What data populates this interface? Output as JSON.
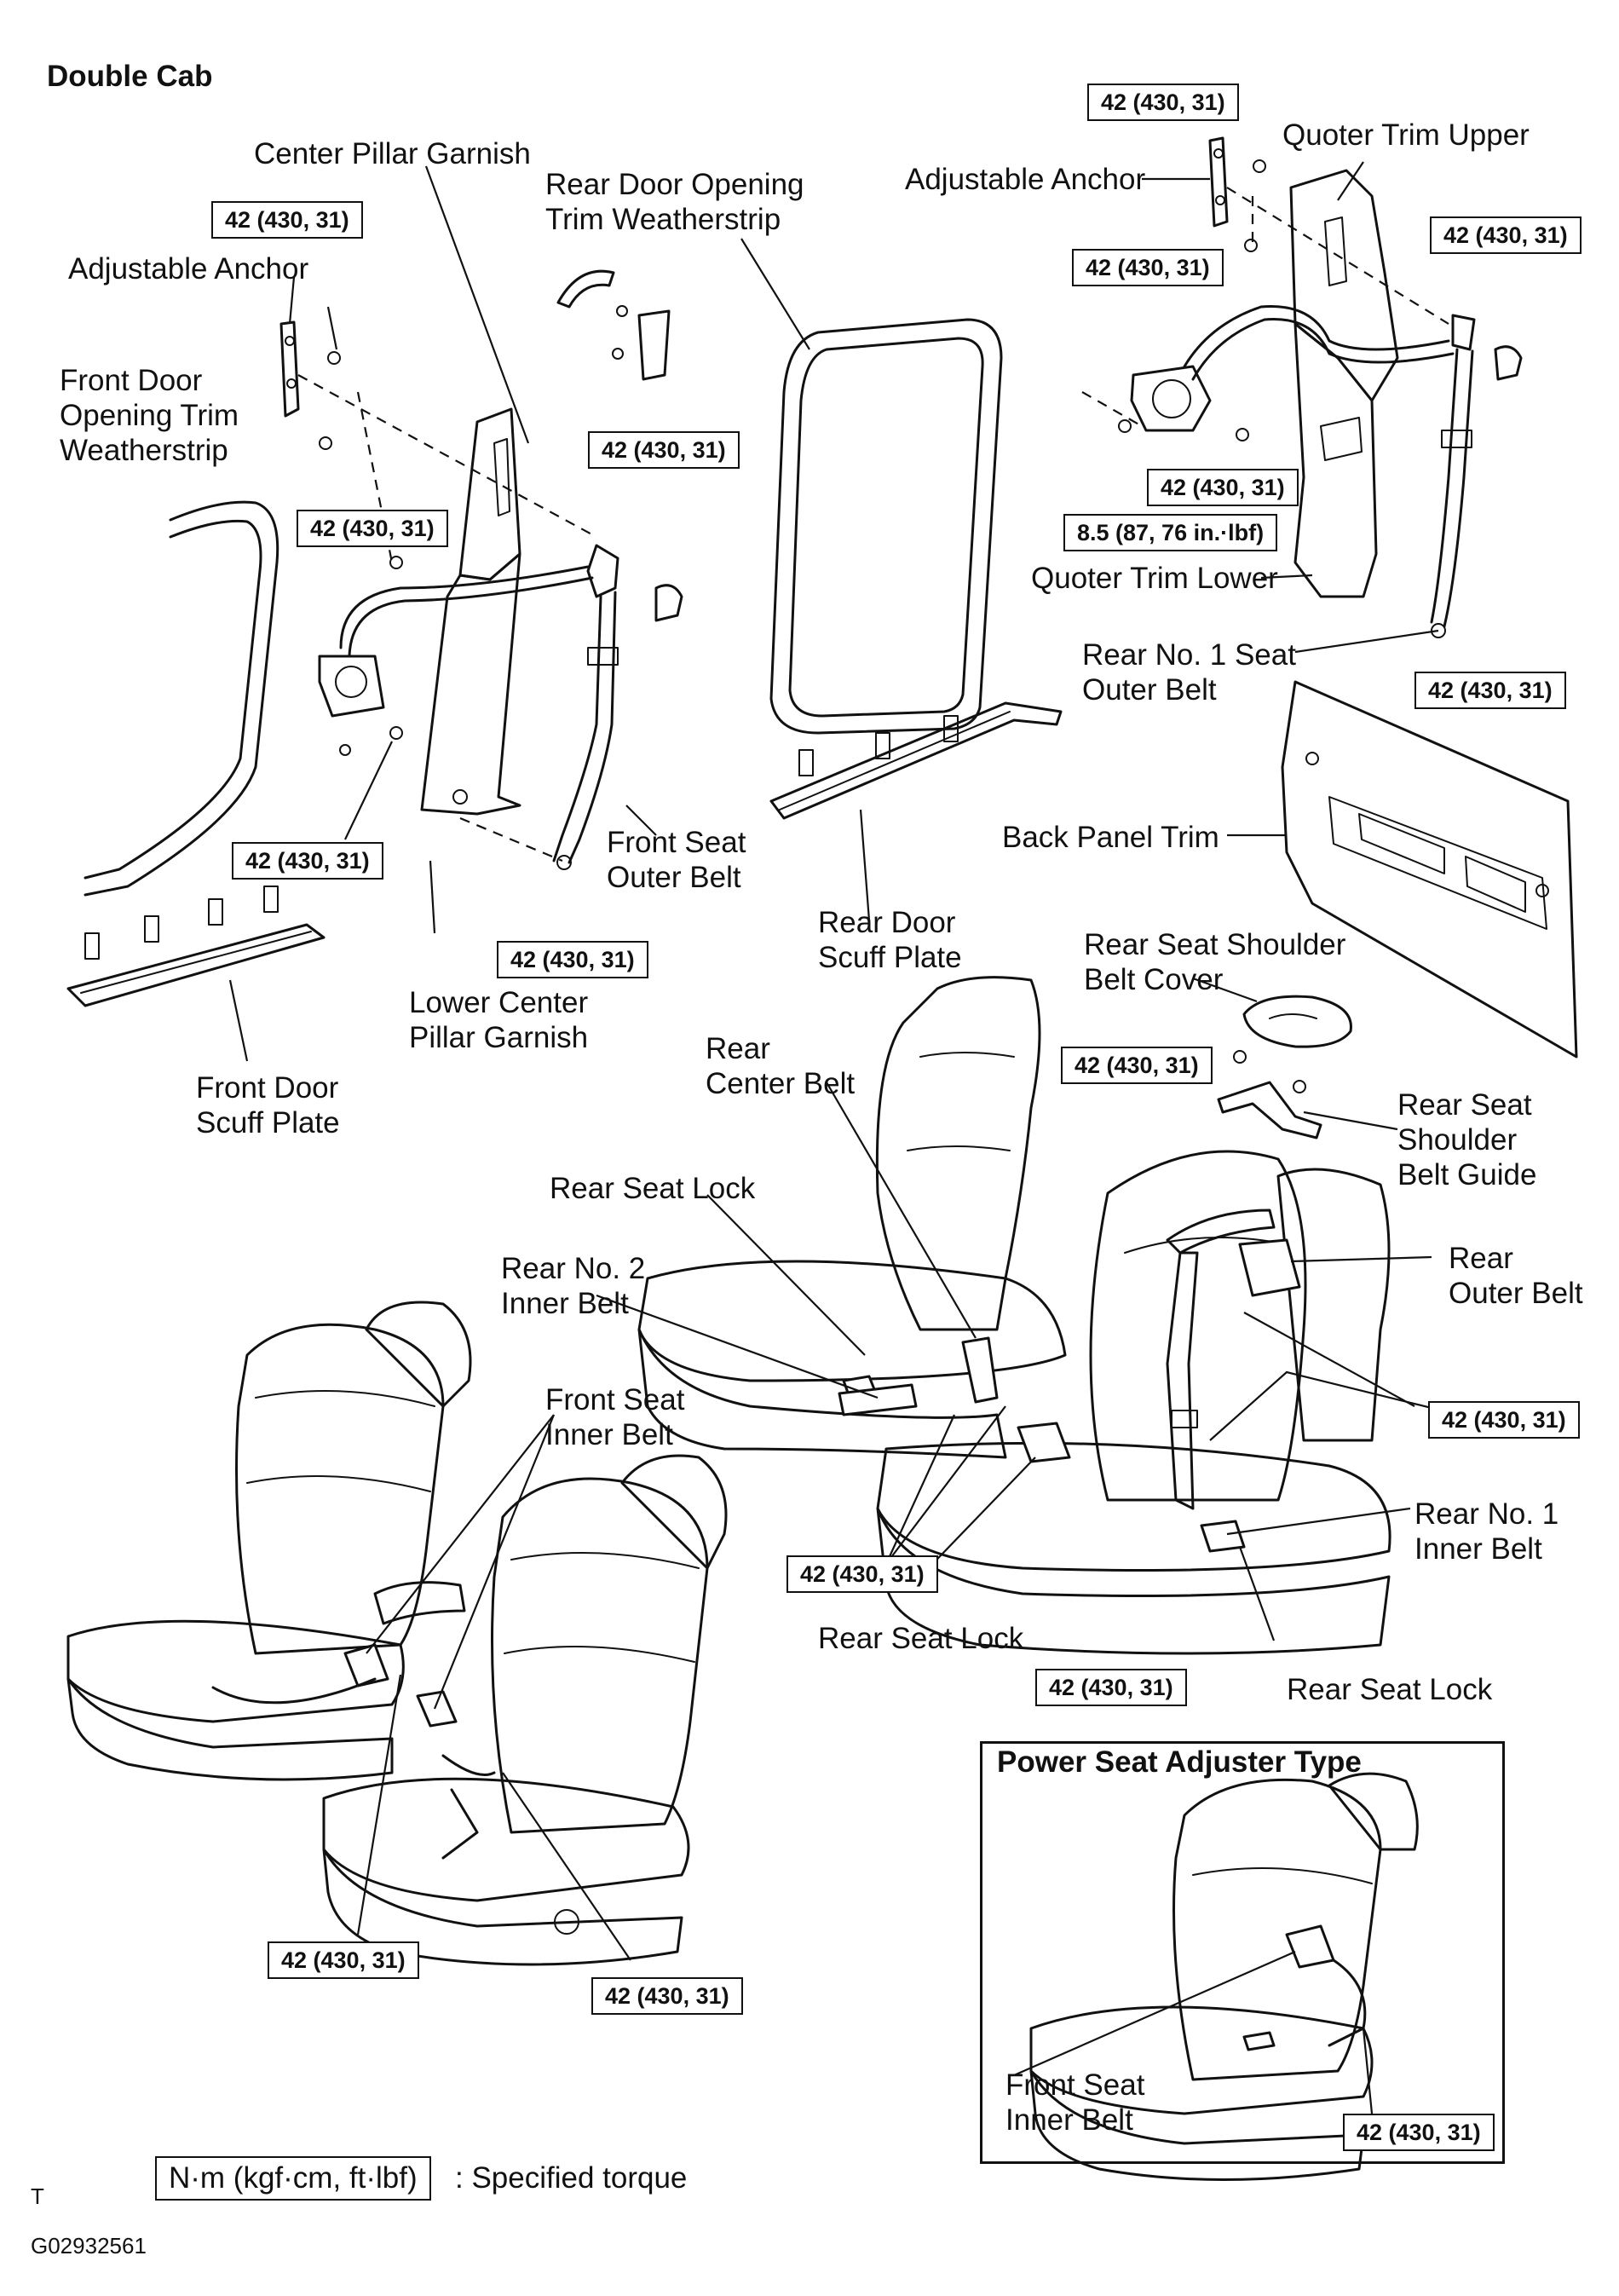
{
  "header": {
    "title": "Double Cab"
  },
  "labels": {
    "center_pillar_garnish": "Center Pillar Garnish",
    "rear_door_opening_trim_1": "Rear Door Opening",
    "rear_door_opening_trim_2": "Trim Weatherstrip",
    "adjustable_anchor_left": "Adjustable Anchor",
    "adjustable_anchor_right": "Adjustable Anchor",
    "quarter_trim_upper": "Quoter Trim Upper",
    "quarter_trim_lower": "Quoter Trim Lower",
    "front_door_weatherstrip_1": "Front Door",
    "front_door_weatherstrip_2": "Opening Trim",
    "front_door_weatherstrip_3": "Weatherstrip",
    "rear_no1_outer_1": "Rear No. 1 Seat",
    "rear_no1_outer_2": "Outer Belt",
    "front_seat_outer_1": "Front Seat",
    "front_seat_outer_2": "Outer Belt",
    "rear_door_scuff_1": "Rear Door",
    "rear_door_scuff_2": "Scuff Plate",
    "back_panel_trim": "Back Panel Trim",
    "lower_center_pillar_1": "Lower Center",
    "lower_center_pillar_2": "Pillar Garnish",
    "front_door_scuff_1": "Front Door",
    "front_door_scuff_2": "Scuff Plate",
    "rear_shoulder_cover_1": "Rear Seat Shoulder",
    "rear_shoulder_cover_2": "Belt Cover",
    "rear_center_belt_1": "Rear",
    "rear_center_belt_2": "Center Belt",
    "rear_shoulder_guide_1": "Rear Seat",
    "rear_shoulder_guide_2": "Shoulder",
    "rear_shoulder_guide_3": "Belt Guide",
    "rear_seat_lock_a": "Rear Seat Lock",
    "rear_no2_inner_1": "Rear No. 2",
    "rear_no2_inner_2": "Inner Belt",
    "rear_outer_belt_1": "Rear",
    "rear_outer_belt_2": "Outer Belt",
    "front_seat_inner_1": "Front Seat",
    "front_seat_inner_2": "Inner Belt",
    "rear_no1_inner_1": "Rear No. 1",
    "rear_no1_inner_2": "Inner Belt",
    "rear_seat_lock_b": "Rear Seat Lock",
    "rear_seat_lock_c": "Rear Seat Lock",
    "inset_front_seat_inner_1": "Front Seat",
    "inset_front_seat_inner_2": "Inner Belt"
  },
  "inset": {
    "title": "Power Seat Adjuster Type"
  },
  "torque": {
    "std": "42 (430, 31)",
    "retractor": "8.5 (87, 76 in.·lbf)"
  },
  "legend": {
    "unit": "N·m (kgf·cm, ft·lbf)",
    "text": ": Specified torque"
  },
  "footer": {
    "mark": "T",
    "code": "G02932561"
  }
}
